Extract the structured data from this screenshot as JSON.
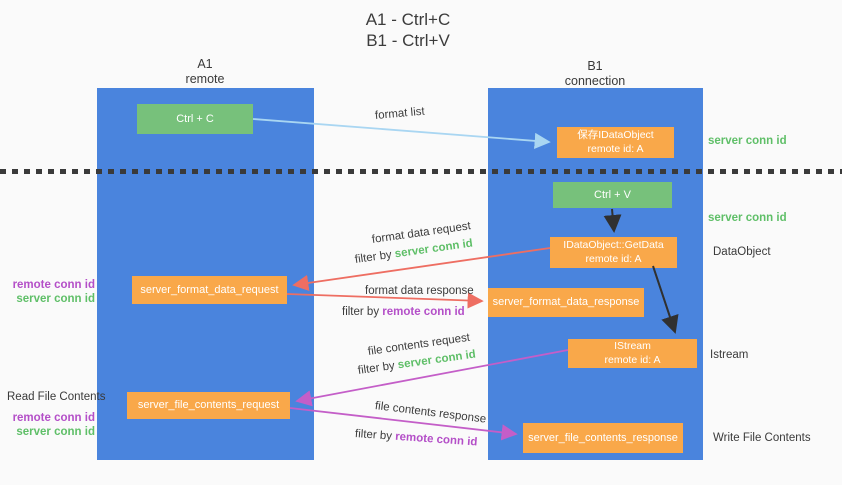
{
  "title": {
    "line1": "A1 - Ctrl+C",
    "line2": "B1 - Ctrl+V"
  },
  "lanes": {
    "a1": {
      "name": "A1",
      "subtitle": "remote"
    },
    "b1": {
      "name": "B1",
      "subtitle": "connection"
    }
  },
  "nodes": {
    "ctrl_c": {
      "label": "Ctrl + C"
    },
    "save_dataobject": {
      "line1": "保存IDataObject",
      "line2": "remote id: A"
    },
    "ctrl_v": {
      "label": "Ctrl + V"
    },
    "getdata": {
      "line1": "IDataObject::GetData",
      "line2": "remote id: A"
    },
    "format_request": {
      "label": "server_format_data_request"
    },
    "format_response": {
      "label": "server_format_data_response"
    },
    "istream": {
      "line1": "IStream",
      "line2": "remote id: A"
    },
    "file_request": {
      "label": "server_file_contents_request"
    },
    "file_response": {
      "label": "server_file_contents_response"
    }
  },
  "flow_labels": {
    "format_list": "format list",
    "format_data_request": "format data request",
    "format_data_response": "format data response",
    "file_contents_request": "file contents request",
    "file_contents_response": "file contents response",
    "filter_by": "filter by ",
    "server_conn_id": "server conn id",
    "remote_conn_id": "remote conn id"
  },
  "annotations": {
    "right": {
      "server_conn_id_top": "server conn id",
      "server_conn_id_mid": "server conn id",
      "dataobject": "DataObject",
      "istream": "Istream",
      "write_file_contents": "Write File Contents"
    },
    "left": {
      "remote_conn_id_top": "remote conn id",
      "server_conn_id_top": "server conn id",
      "read_file_contents": "Read File Contents",
      "remote_conn_id_bottom": "remote conn id",
      "server_conn_id_bottom": "server conn id"
    }
  },
  "colors": {
    "background": "#fafafa",
    "lane_blue": "#4a84dd",
    "green_box": "#77c17b",
    "orange_box": "#f9a84a",
    "green_text": "#5fbf68",
    "purple_text": "#b44fc8",
    "arrow_blue": "#a9d6f2",
    "arrow_red": "#ee6e62",
    "arrow_purple": "#c45ec8",
    "arrow_black": "#303030",
    "dash": "#3a3a3a"
  }
}
